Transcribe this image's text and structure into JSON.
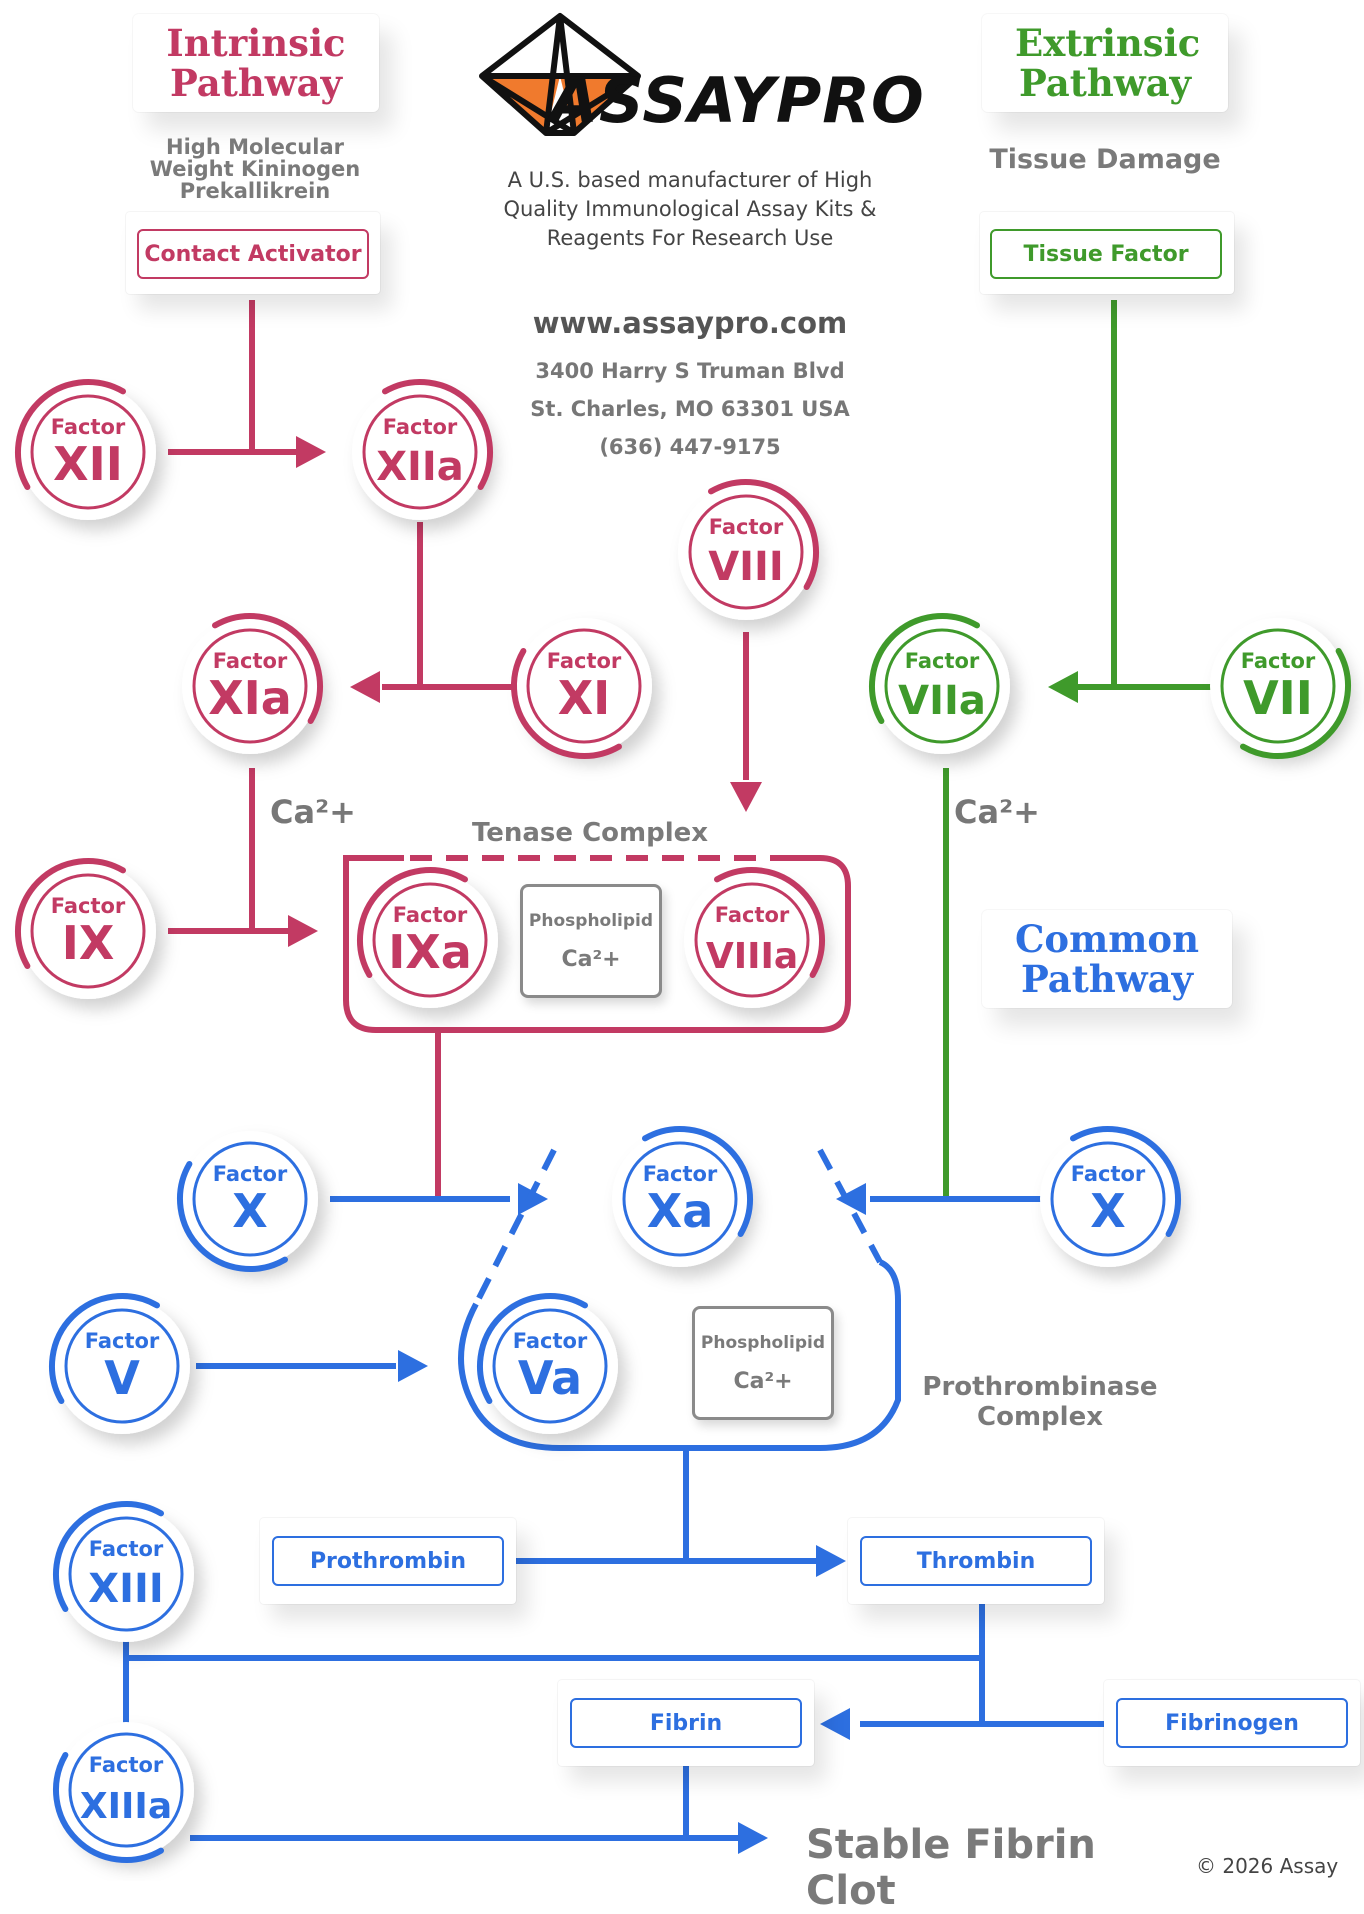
{
  "colors": {
    "intrinsic": "#c23a63",
    "extrinsic": "#3f9a2b",
    "common": "#2d6fe0",
    "gray": "#7a7a7a",
    "logo_orange": "#f07a2d"
  },
  "titles": {
    "intrinsic": "Intrinsic Pathway",
    "extrinsic": "Extrinsic Pathway",
    "common": "Common Pathway"
  },
  "labels": {
    "intrinsic_sub": [
      "High Molecular",
      "Weight Kininogen",
      "Prekallikrein"
    ],
    "tissue_damage": "Tissue Damage",
    "ca_left": "Ca²+",
    "ca_right": "Ca²+",
    "tenase": "Tenase Complex",
    "prothrombinase": [
      "Prothrombinase",
      "Complex"
    ],
    "stable_clot": "Stable Fibrin Clot",
    "copyright": "© 2026 Assay"
  },
  "boxes": {
    "contact_activator": "Contact Activator",
    "tissue_factor": "Tissue Factor",
    "prothrombin": "Prothrombin",
    "thrombin": "Thrombin",
    "fibrin": "Fibrin",
    "fibrinogen": "Fibrinogen"
  },
  "complex_box": {
    "line1": "Phospholipid",
    "line2": "Ca²+"
  },
  "company": {
    "logo_text": "ASSAYPRO",
    "tagline": [
      "A U.S. based manufacturer of  High",
      "Quality Immunological Assay Kits &",
      "Reagents For Research Use"
    ],
    "website": "www.assaypro.com",
    "address1": "3400 Harry S Truman Blvd",
    "address2": "St. Charles, MO 63301 USA",
    "phone": "(636) 447-9175"
  },
  "factor_word": "Factor",
  "factors": [
    {
      "id": "XII",
      "name": "XII",
      "pathway": "intrinsic"
    },
    {
      "id": "XIIa",
      "name": "XIIa",
      "pathway": "intrinsic"
    },
    {
      "id": "XIa",
      "name": "XIa",
      "pathway": "intrinsic"
    },
    {
      "id": "XI",
      "name": "XI",
      "pathway": "intrinsic"
    },
    {
      "id": "VIII",
      "name": "VIII",
      "pathway": "intrinsic"
    },
    {
      "id": "IX",
      "name": "IX",
      "pathway": "intrinsic"
    },
    {
      "id": "IXa",
      "name": "IXa",
      "pathway": "intrinsic"
    },
    {
      "id": "VIIIa",
      "name": "VIIIa",
      "pathway": "intrinsic"
    },
    {
      "id": "VIIa",
      "name": "VIIa",
      "pathway": "extrinsic"
    },
    {
      "id": "VII",
      "name": "VII",
      "pathway": "extrinsic"
    },
    {
      "id": "X_left",
      "name": "X",
      "pathway": "common"
    },
    {
      "id": "Xa",
      "name": "Xa",
      "pathway": "common"
    },
    {
      "id": "X_right",
      "name": "X",
      "pathway": "common"
    },
    {
      "id": "V",
      "name": "V",
      "pathway": "common"
    },
    {
      "id": "Va",
      "name": "Va",
      "pathway": "common"
    },
    {
      "id": "XIII",
      "name": "XIII",
      "pathway": "common"
    },
    {
      "id": "XIIIa",
      "name": "XIIIa",
      "pathway": "common"
    }
  ]
}
